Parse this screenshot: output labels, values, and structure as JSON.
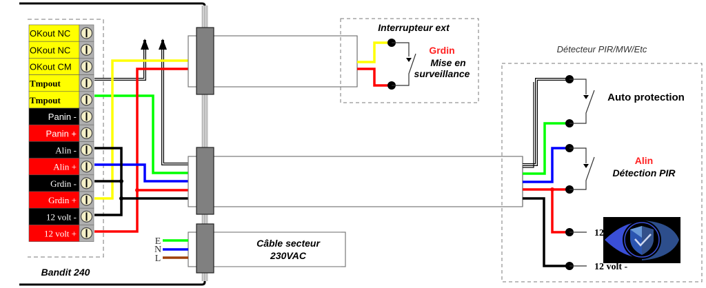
{
  "panel": {
    "title": "Bandit 240",
    "terminals": [
      {
        "label": "OKout NC",
        "bg": "#ffff00",
        "fg": "#000000",
        "font": "sans"
      },
      {
        "label": "OKout NC",
        "bg": "#ffff00",
        "fg": "#000000",
        "font": "sans"
      },
      {
        "label": "OKout CM",
        "bg": "#ffff00",
        "fg": "#000000",
        "font": "sans"
      },
      {
        "label": "Tmpout",
        "bg": "#ffff00",
        "fg": "#000000",
        "font": "serif-bold"
      },
      {
        "label": "Tmpout",
        "bg": "#ffff00",
        "fg": "#000000",
        "font": "serif-bold"
      },
      {
        "label": "Panin -",
        "bg": "#000000",
        "fg": "#ffffff",
        "font": "sans"
      },
      {
        "label": "Panin +",
        "bg": "#ff0000",
        "fg": "#ffffff",
        "font": "sans"
      },
      {
        "label": "Alin  -",
        "bg": "#000000",
        "fg": "#ffffff",
        "font": "serif"
      },
      {
        "label": "Alin +",
        "bg": "#ff0000",
        "fg": "#ffffff",
        "font": "serif"
      },
      {
        "label": "Grdin  -",
        "bg": "#000000",
        "fg": "#ffffff",
        "font": "serif"
      },
      {
        "label": "Grdin +",
        "bg": "#ff0000",
        "fg": "#ffffff",
        "font": "serif"
      },
      {
        "label": "12 volt  -",
        "bg": "#000000",
        "fg": "#ffffff",
        "font": "serif"
      },
      {
        "label": "12 volt +",
        "bg": "#ff0000",
        "fg": "#ffffff",
        "font": "serif"
      }
    ]
  },
  "switch_box": {
    "title": "Interrupteur ext",
    "signal": "Grdin",
    "desc_line1": "Mise en",
    "desc_line2": "surveillance"
  },
  "detector": {
    "title": "Détecteur PIR/MW/Etc",
    "tamper_label": "Auto protection",
    "signal": "Alin",
    "detect_label": "Détection PIR",
    "power_plus": "12 volt +",
    "power_minus": "12 volt -"
  },
  "mains": {
    "title_line1": "Câble secteur",
    "title_line2": "230VAC",
    "wires": [
      "E",
      "N",
      "L"
    ]
  },
  "colors": {
    "yellow": "#ffff00",
    "red": "#ff0000",
    "green": "#00ff00",
    "blue": "#0000ff",
    "black": "#000000",
    "brown": "#a0400a",
    "gland": "#808080"
  },
  "logo": {
    "icon": "eye-shield-check-icon"
  }
}
